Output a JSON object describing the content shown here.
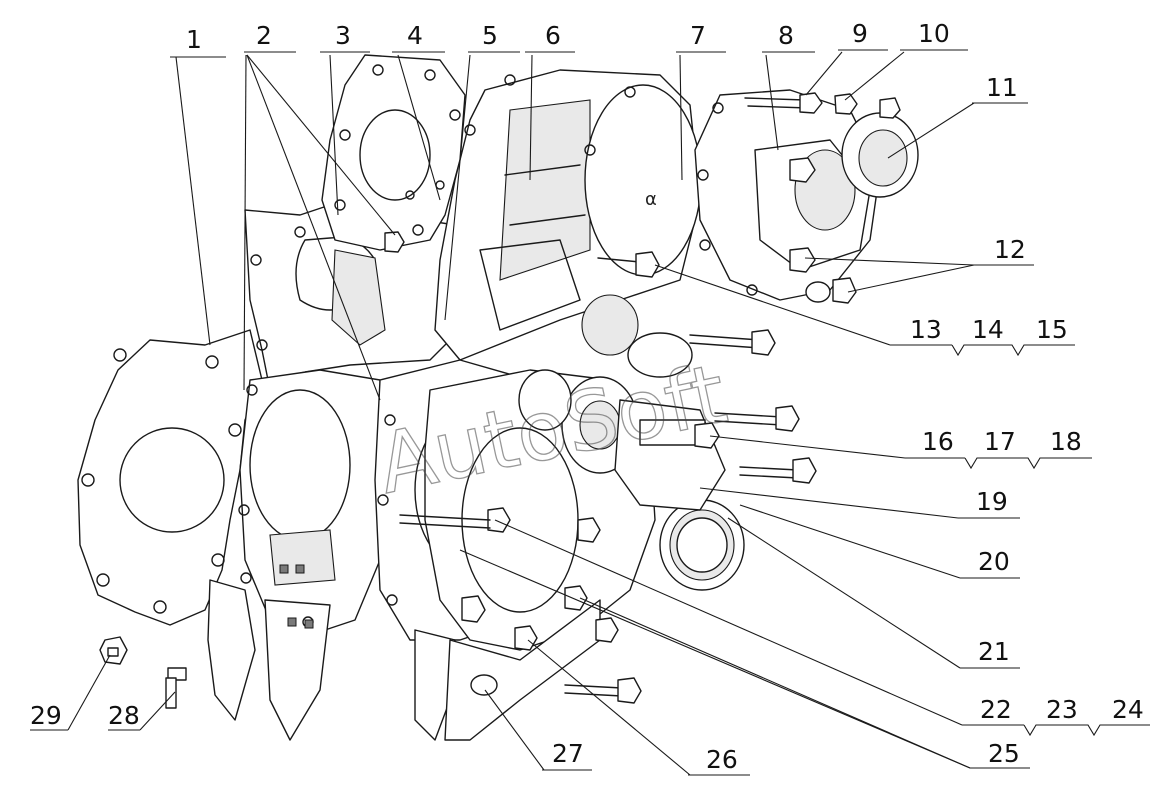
{
  "diagram": {
    "watermark": "AutoSoft",
    "callouts": [
      "1",
      "2",
      "3",
      "4",
      "5",
      "6",
      "7",
      "8",
      "9",
      "10",
      "11",
      "12",
      "13",
      "14",
      "15",
      "16",
      "17",
      "18",
      "19",
      "20",
      "21",
      "22",
      "23",
      "24",
      "25",
      "26",
      "27",
      "28",
      "29"
    ]
  }
}
